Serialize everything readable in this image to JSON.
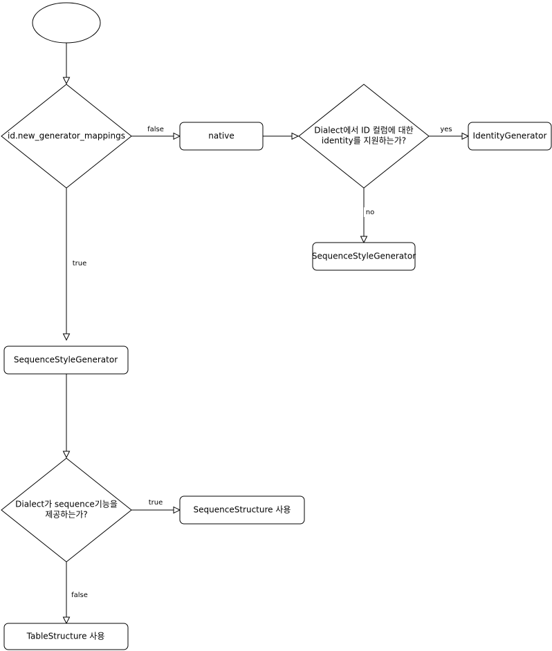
{
  "nodes": {
    "start": {
      "kind": "terminal",
      "text": ""
    },
    "mappings": {
      "kind": "decision",
      "text": "id.new_generator_mappings"
    },
    "native": {
      "kind": "process",
      "text": "native"
    },
    "identity_q": {
      "kind": "decision",
      "lines": [
        "Dialect에서 ID 컬럼에 대한",
        "identity를 지원하는가?"
      ]
    },
    "identity_gen": {
      "kind": "process",
      "text": "IdentityGenerator"
    },
    "seq_gen_right": {
      "kind": "process",
      "text": "SequenceStyleGenerator"
    },
    "seq_gen_left": {
      "kind": "process",
      "text": "SequenceStyleGenerator"
    },
    "sequence_q": {
      "kind": "decision",
      "lines": [
        "Dialect가 sequence기능을",
        "제공하는가?"
      ]
    },
    "seq_structure": {
      "kind": "process",
      "text": "SequenceStructure 사용"
    },
    "table_structure": {
      "kind": "process",
      "text": "TableStructure 사용"
    }
  },
  "edges": [
    {
      "from": "start",
      "to": "mappings",
      "label": ""
    },
    {
      "from": "mappings",
      "to": "native",
      "label": "false"
    },
    {
      "from": "native",
      "to": "identity_q",
      "label": ""
    },
    {
      "from": "identity_q",
      "to": "identity_gen",
      "label": "yes"
    },
    {
      "from": "identity_q",
      "to": "seq_gen_right",
      "label": "no"
    },
    {
      "from": "mappings",
      "to": "seq_gen_left",
      "label": "true"
    },
    {
      "from": "seq_gen_left",
      "to": "sequence_q",
      "label": ""
    },
    {
      "from": "sequence_q",
      "to": "seq_structure",
      "label": "true"
    },
    {
      "from": "sequence_q",
      "to": "table_structure",
      "label": "false"
    }
  ]
}
